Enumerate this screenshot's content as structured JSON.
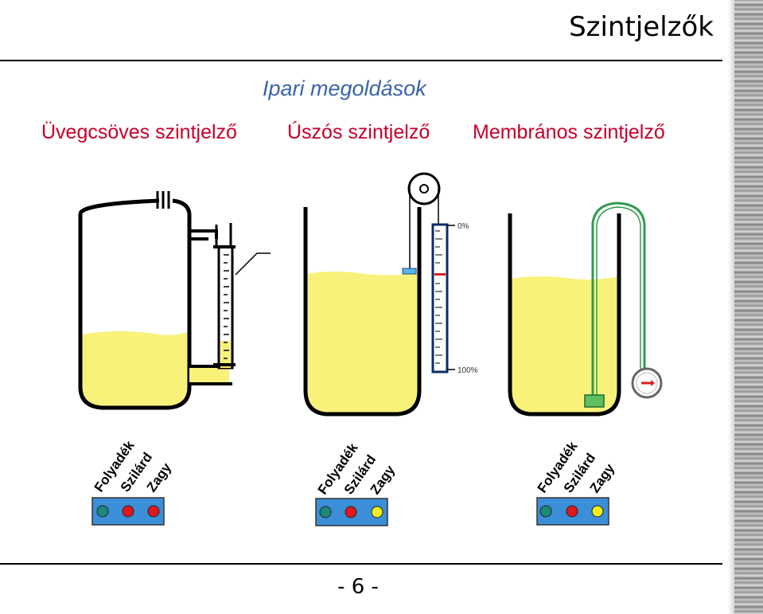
{
  "header": {
    "title": "Szintjelzők"
  },
  "subtitle": "Ipari megoldások",
  "columns": [
    {
      "title": "Üvegcsöves szintjelző",
      "labels": [
        "Folyadék",
        "Szilárd",
        "Zagy"
      ],
      "indicators": [
        "#1a8a7a",
        "#e01818",
        "#e01818"
      ]
    },
    {
      "title": "Úszós szintjelző",
      "labels": [
        "Folyadék",
        "Szilárd",
        "Zagy"
      ],
      "indicators": [
        "#1a8a7a",
        "#e01818",
        "#f4ee20"
      ],
      "scale_top": "0%",
      "scale_bottom": "100%"
    },
    {
      "title": "Membrános szintjelző",
      "labels": [
        "Folyadék",
        "Szilárd",
        "Zagy"
      ],
      "indicators": [
        "#1a8a7a",
        "#e01818",
        "#f4ee20"
      ]
    }
  ],
  "colors": {
    "liquid": "#f8f27a",
    "accent": "#3a64a8",
    "title": "#c8002a",
    "hose": "#2e9a4e"
  },
  "footer": {
    "page_number": "- 6 -"
  }
}
